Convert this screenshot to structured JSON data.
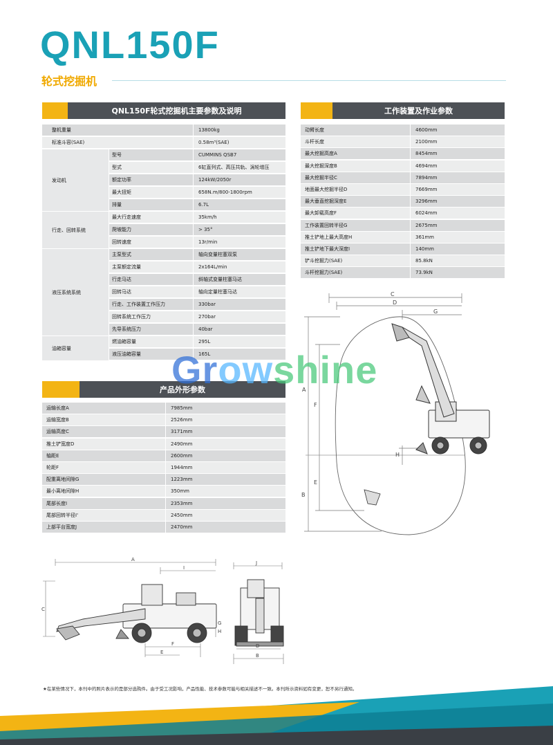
{
  "header": {
    "title": "QNL150F",
    "subtitle": "轮式挖掘机"
  },
  "main_table": {
    "heading": "QNL150F轮式挖掘机主要参数及说明",
    "top_rows": [
      {
        "label": "整机重量",
        "value": "13800kg"
      },
      {
        "label": "标准斗容(SAE)",
        "value": "0.58m³(SAE)"
      }
    ],
    "groups": [
      {
        "name": "发动机",
        "rows": [
          {
            "label": "型号",
            "value": "CUMMINS QSB7"
          },
          {
            "label": "型式",
            "value": "6缸直列式、高压共轨、涡轮增压"
          },
          {
            "label": "额定功率",
            "value": "124kW/2050r"
          },
          {
            "label": "最大扭矩",
            "value": "658N.m/800-1800rpm"
          },
          {
            "label": "排量",
            "value": "6.7L"
          }
        ]
      },
      {
        "name": "行走、回转系统",
        "rows": [
          {
            "label": "最大行走速度",
            "value": "35km/h"
          },
          {
            "label": "爬坡能力",
            "value": "> 35°"
          },
          {
            "label": "回转速度",
            "value": "13r/min"
          }
        ]
      },
      {
        "name": "液压系统系统",
        "rows": [
          {
            "label": "主泵型式",
            "value": "轴向变量柱塞双泵"
          },
          {
            "label": "主泵额定流量",
            "value": "2x164L/min"
          },
          {
            "label": "行走马达",
            "value": "斜轴式变量柱塞马达"
          },
          {
            "label": "回转马达",
            "value": "轴向定量柱塞马达"
          },
          {
            "label": "行走、工作装置工作压力",
            "value": "330bar"
          },
          {
            "label": "回转系统工作压力",
            "value": "270bar"
          },
          {
            "label": "先导系统压力",
            "value": "40bar"
          }
        ]
      },
      {
        "name": "油箱容量",
        "rows": [
          {
            "label": "燃油箱容量",
            "value": "295L"
          },
          {
            "label": "液压油箱容量",
            "value": "165L"
          }
        ]
      }
    ]
  },
  "work_table": {
    "heading": "工作装置及作业参数",
    "rows": [
      {
        "label": "动臂长度",
        "value": "4600mm"
      },
      {
        "label": "斗杆长度",
        "value": "2100mm"
      },
      {
        "label": "最大挖掘高度A",
        "value": "8454mm"
      },
      {
        "label": "最大挖掘深度B",
        "value": "4694mm"
      },
      {
        "label": "最大挖掘半径C",
        "value": "7894mm"
      },
      {
        "label": "地面最大挖掘半径D",
        "value": "7669mm"
      },
      {
        "label": "最大垂直挖掘深度E",
        "value": "3296mm"
      },
      {
        "label": "最大卸载高度F",
        "value": "6024mm"
      },
      {
        "label": "工作装置回转半径G",
        "value": "2675mm"
      },
      {
        "label": "推土铲地上最大高度H",
        "value": "361mm"
      },
      {
        "label": "推土铲地下最大深度I",
        "value": "140mm"
      },
      {
        "label": "铲斗挖掘力(SAE)",
        "value": "85.8kN"
      },
      {
        "label": "斗杆挖掘力(SAE)",
        "value": "73.9kN"
      }
    ]
  },
  "dim_table": {
    "heading": "产品外形参数",
    "rows": [
      {
        "label": "运输长度A",
        "value": "7985mm"
      },
      {
        "label": "运输宽度B",
        "value": "2526mm"
      },
      {
        "label": "运输高度C",
        "value": "3171mm"
      },
      {
        "label": "推土铲宽度D",
        "value": "2490mm"
      },
      {
        "label": "轴距E",
        "value": "2600mm"
      },
      {
        "label": "轮距F",
        "value": "1944mm"
      },
      {
        "label": "配重离地间隙G",
        "value": "1223mm"
      },
      {
        "label": "最小离地间隙H",
        "value": "350mm"
      },
      {
        "label": "尾部长度I",
        "value": "2353mm"
      },
      {
        "label": "尾部回转半径I'",
        "value": "2450mm"
      },
      {
        "label": "上部平台宽度J",
        "value": "2470mm"
      }
    ]
  },
  "diagram_labels": {
    "work_range": [
      "C",
      "D",
      "G",
      "A",
      "F",
      "H",
      "E",
      "B"
    ],
    "side_view": [
      "A",
      "I",
      "C",
      "F",
      "E",
      "H",
      "G"
    ],
    "front_view": [
      "J",
      "D",
      "B"
    ]
  },
  "watermark": {
    "part1": "Gr",
    "part2": "ow",
    "part3": "shine"
  },
  "footnote": "★在某些情况下，本刊中的照片表示的是部分选购件。由于受工况影响，产品性能、技术参数可能与相关描述不一致。本刊所示资料如有变更，恕不另行通知。",
  "colors": {
    "accent": "#1aa1b6",
    "orange": "#f3b414",
    "header_bg": "#4d5156"
  }
}
